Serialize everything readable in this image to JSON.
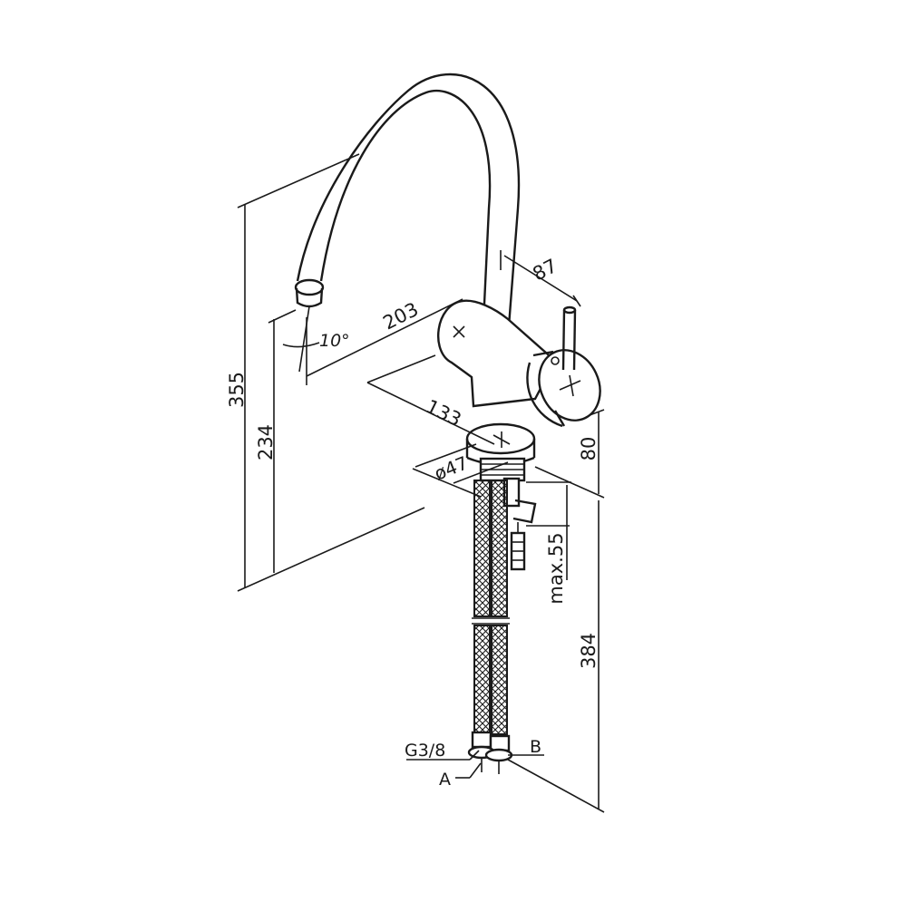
{
  "dimensions": {
    "total_height": "355",
    "spout_height": "234",
    "spout_reach": "203",
    "spout_angle": "10°",
    "handle_offset": "87",
    "base_depth": "133",
    "base_diameter": "ø47",
    "body_height": "80",
    "max_thickness": "max.55",
    "hose_length": "384"
  },
  "labels": {
    "thread": "G3/8",
    "hose_a": "A",
    "hose_b": "B"
  }
}
